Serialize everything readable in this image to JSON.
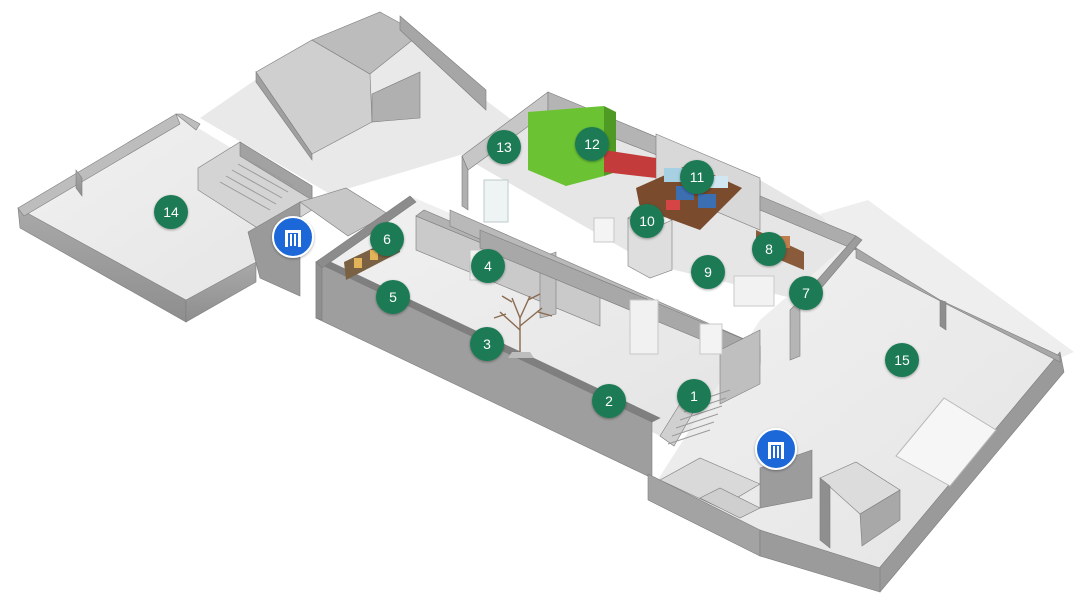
{
  "floor_plan": {
    "markers": [
      {
        "label": "1"
      },
      {
        "label": "2"
      },
      {
        "label": "3"
      },
      {
        "label": "4"
      },
      {
        "label": "5"
      },
      {
        "label": "6"
      },
      {
        "label": "7"
      },
      {
        "label": "8"
      },
      {
        "label": "9"
      },
      {
        "label": "10"
      },
      {
        "label": "11"
      },
      {
        "label": "12"
      },
      {
        "label": "13"
      },
      {
        "label": "14"
      },
      {
        "label": "15"
      }
    ],
    "exits": [
      {
        "icon": "security-gate-icon"
      },
      {
        "icon": "security-gate-icon"
      }
    ]
  },
  "colors": {
    "marker": "#1b7a54",
    "exit": "#1a68d8",
    "floor": "#ececec",
    "wall_top": "#9c9c9c",
    "wall_side": "#b4b4b4",
    "green_wall": "#6bc334",
    "red_wall": "#c43b3b"
  }
}
